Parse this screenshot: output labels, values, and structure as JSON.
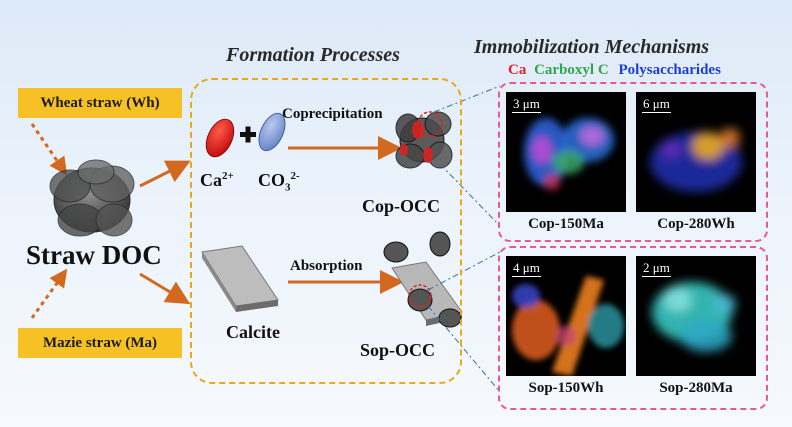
{
  "sources": {
    "wheat": "Wheat straw (Wh)",
    "maize": "Mazie straw (Ma)"
  },
  "straw_doc": "Straw DOC",
  "formation": {
    "title": "Formation Processes",
    "ca_ion": "Ca",
    "ca_sup": "2+",
    "co3_ion": "CO",
    "co3_sub": "3",
    "co3_sup": "2-",
    "coprecipitation": "Coprecipitation",
    "cop_product": "Cop-OCC",
    "absorption": "Absorption",
    "calcite": "Calcite",
    "sop_product": "Sop-OCC"
  },
  "immobilization": {
    "title": "Immobilization Mechanisms",
    "legend": [
      {
        "text": "Ca",
        "color": "#e0222a"
      },
      {
        "text": "Carboxyl C",
        "color": "#2ea84a"
      },
      {
        "text": "Polysaccharides",
        "color": "#1b3fd6"
      }
    ],
    "images": [
      {
        "scale": "3 μm",
        "caption": "Cop-150Ma"
      },
      {
        "scale": "6 μm",
        "caption": "Cop-280Wh"
      },
      {
        "scale": "4 μm",
        "caption": "Sop-150Wh"
      },
      {
        "scale": "2 μm",
        "caption": "Sop-280Ma"
      }
    ]
  },
  "colors": {
    "arrow": "#d2691e",
    "source_box": "#f5c125",
    "formation_border": "#e8a81c",
    "mechanism_border": "#e8579a"
  }
}
